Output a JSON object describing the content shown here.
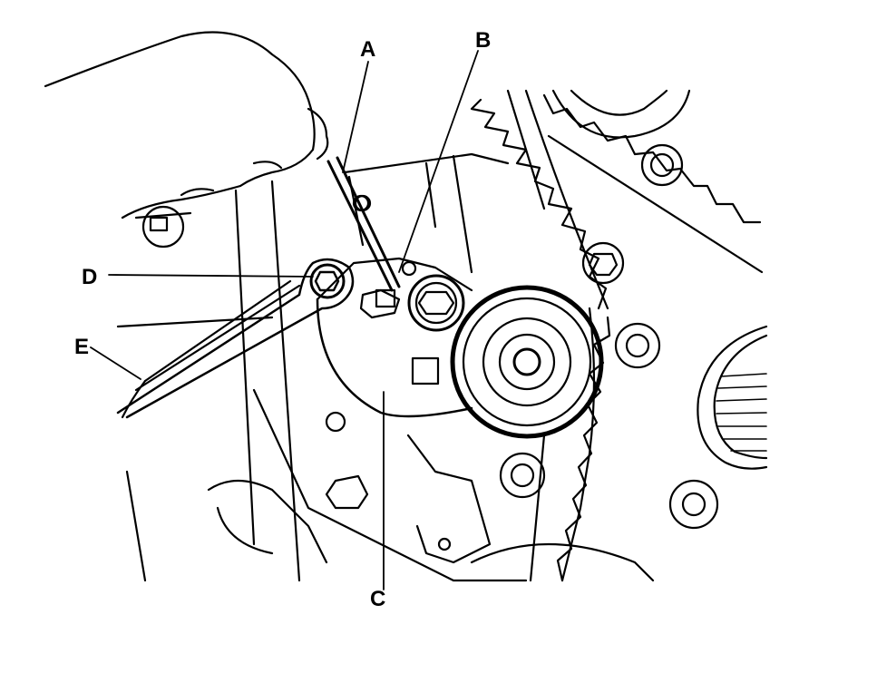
{
  "callouts": [
    {
      "id": "A",
      "label": "A"
    },
    {
      "id": "B",
      "label": "B"
    },
    {
      "id": "C",
      "label": "C"
    },
    {
      "id": "D",
      "label": "D"
    },
    {
      "id": "E",
      "label": "E"
    }
  ]
}
